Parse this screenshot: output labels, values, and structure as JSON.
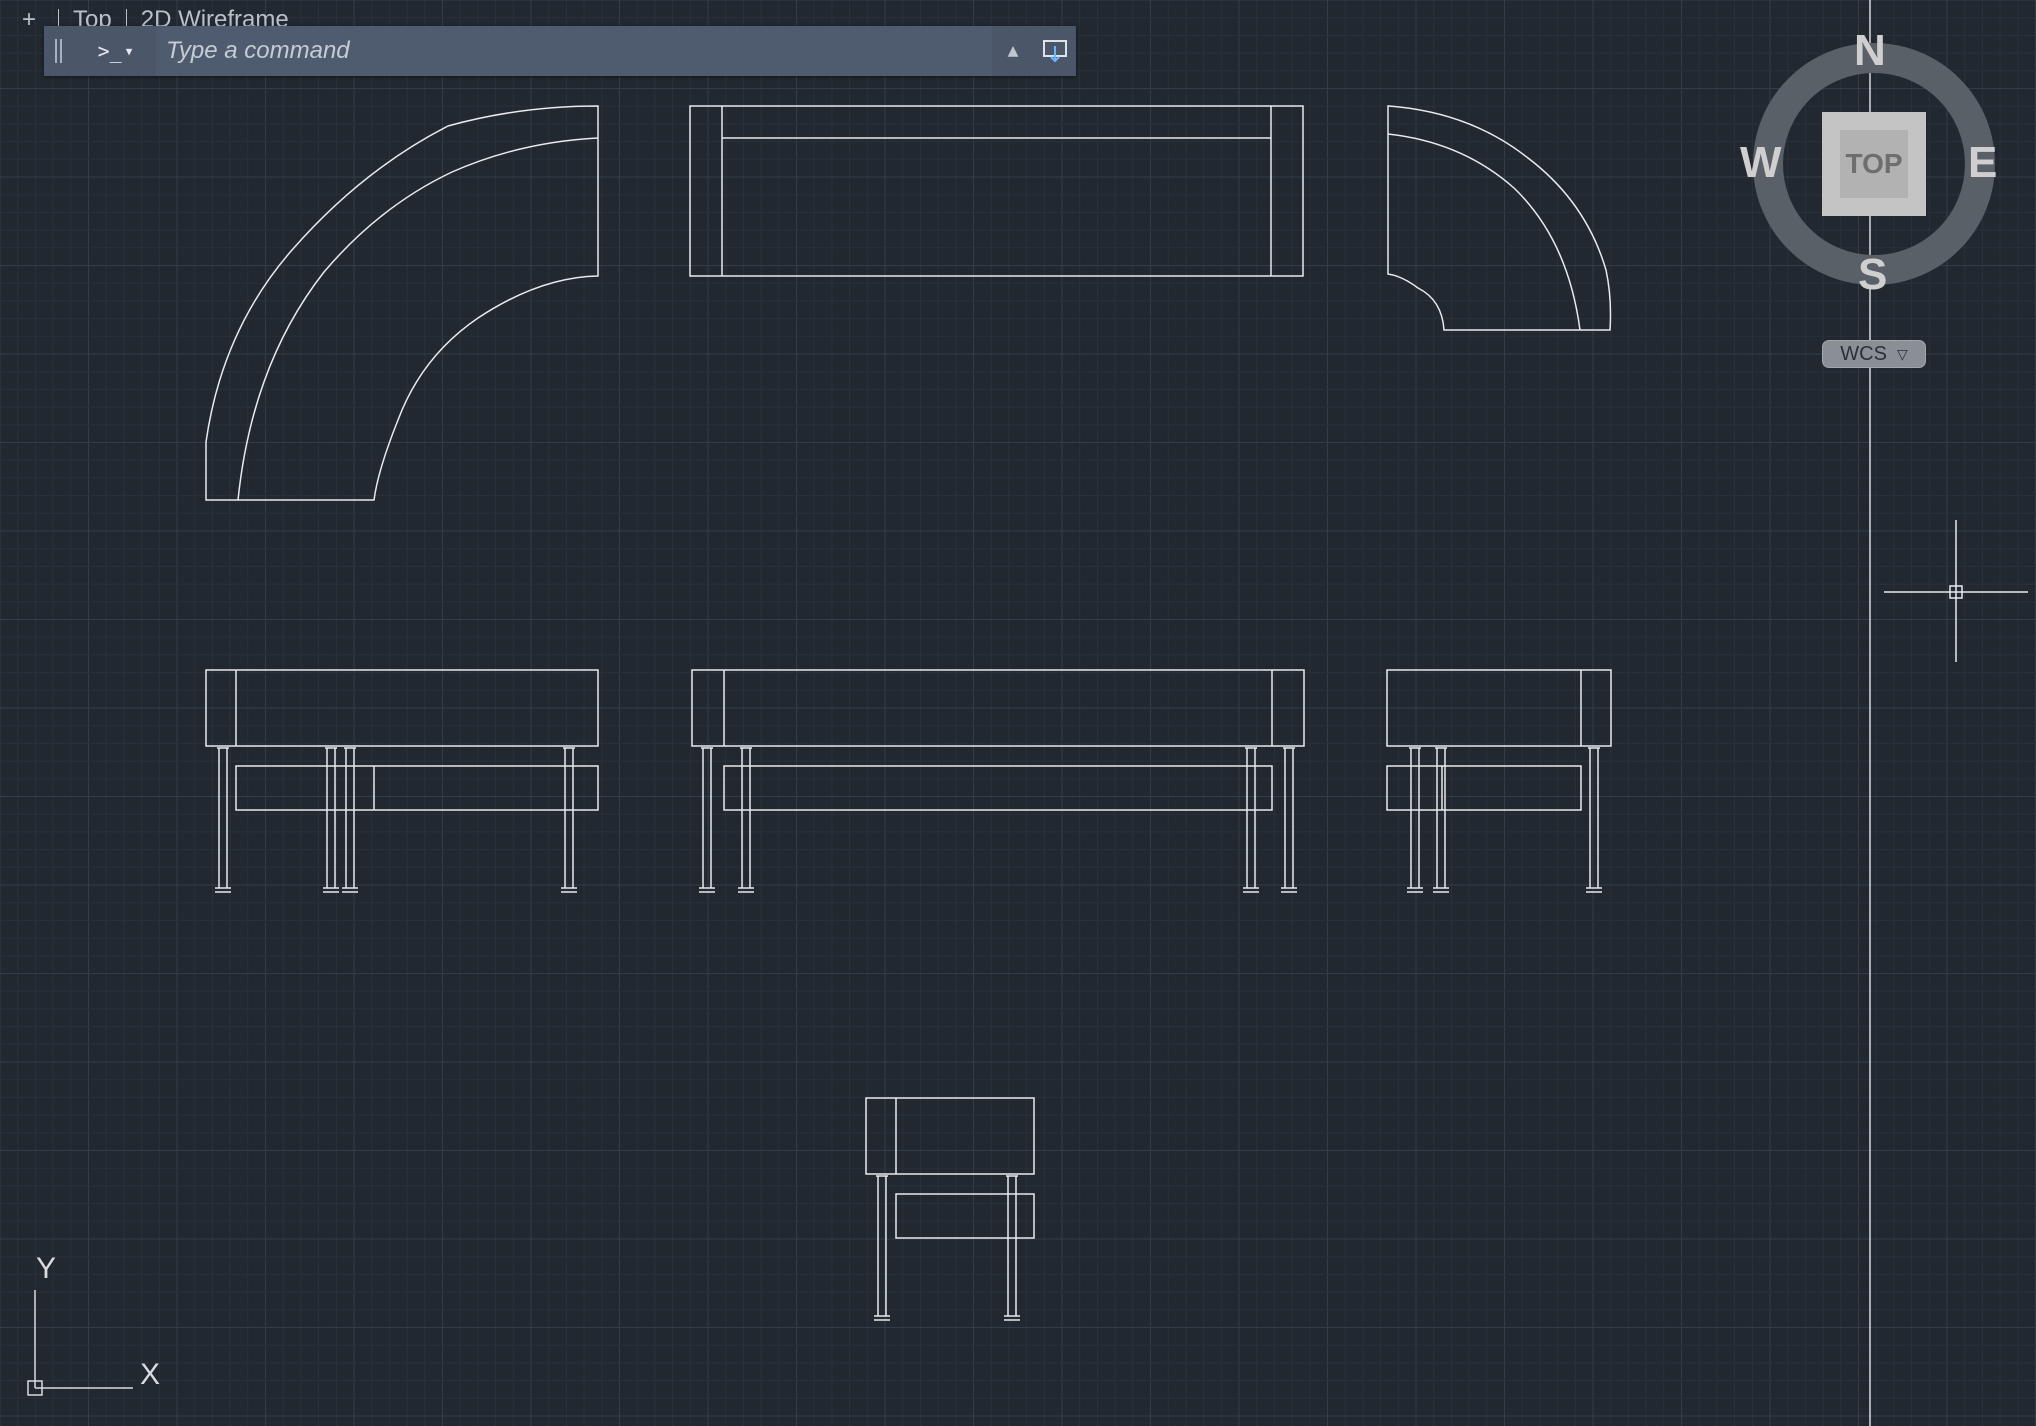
{
  "viewport": {
    "view_name": "Top",
    "visual_style": "2D Wireframe"
  },
  "command_line": {
    "prompt_symbol": ">_",
    "placeholder": "Type a command"
  },
  "viewcube": {
    "top_label": "TOP",
    "north": "N",
    "south": "S",
    "east": "E",
    "west": "W"
  },
  "coordinate_system": {
    "wcs_label": "WCS"
  },
  "ucs_icon": {
    "x_label": "X",
    "y_label": "Y"
  },
  "colors": {
    "background": "#212830",
    "grid_minor": "#2a313b",
    "grid_major": "#343c47",
    "linework": "#e8eaed",
    "command_bar": "#4b5769"
  },
  "icons": [
    "plus-icon",
    "grip-icon",
    "command-prompt-icon",
    "recent-commands-up-icon",
    "command-history-icon",
    "crosshair-cursor",
    "ucs-icon"
  ]
}
